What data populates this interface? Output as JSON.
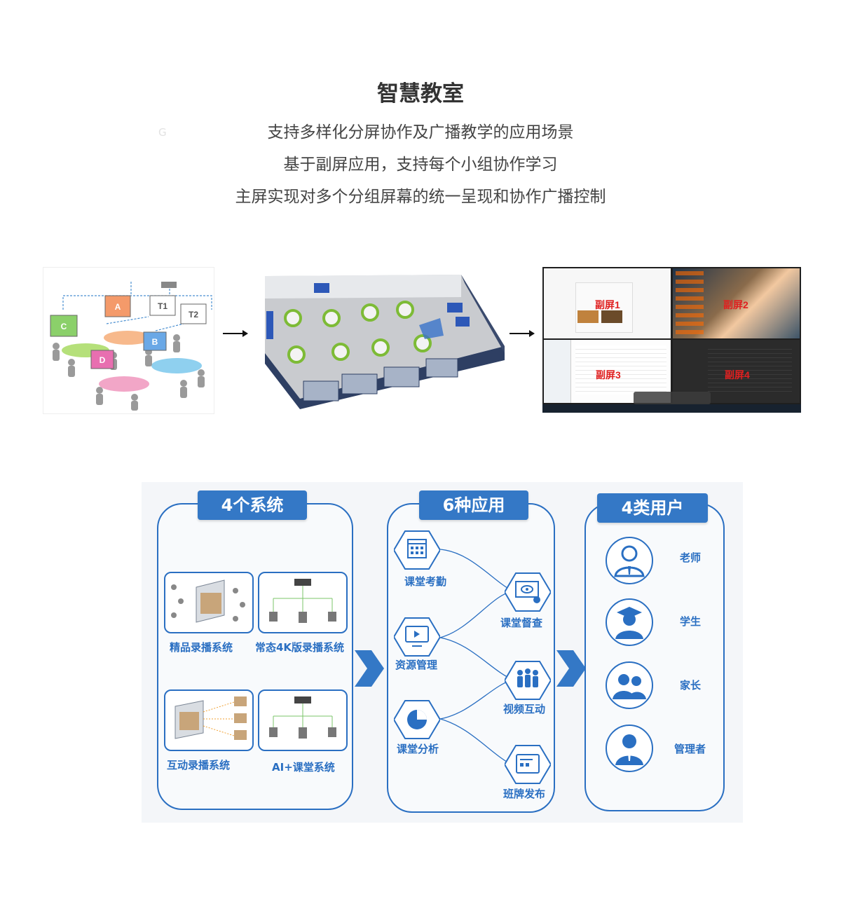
{
  "header": {
    "title": "智慧教室",
    "lines": [
      "支持多样化分屏协作及广播教学的应用场景",
      "基于副屏应用，支持每个小组协作学习",
      "主屏实现对多个分组屏幕的统一呈现和协作广播控制"
    ],
    "ghost_letter": "G"
  },
  "group_panel": {
    "screens": [
      "C",
      "A",
      "T1",
      "T2",
      "B",
      "D"
    ]
  },
  "split_screen": {
    "labels": [
      "副屏1",
      "副屏2",
      "副屏3",
      "副屏4"
    ]
  },
  "diagram": {
    "systems": {
      "header": "4个系统",
      "items": [
        "精品录播系统",
        "常态4K版录播系统",
        "互动录播系统",
        "AI+课堂系统"
      ]
    },
    "apps": {
      "header": "6种应用",
      "items": [
        "课堂考勤",
        "课堂督查",
        "资源管理",
        "视频互动",
        "课堂分析",
        "班牌发布"
      ]
    },
    "users": {
      "header": "4类用户",
      "items": [
        "老师",
        "学生",
        "家长",
        "管理者"
      ]
    }
  },
  "colors": {
    "accent": "#2a6fc2",
    "header_fill": "#3478c6",
    "screen_label": "#e02020",
    "room_wall": "#2e3f63"
  }
}
